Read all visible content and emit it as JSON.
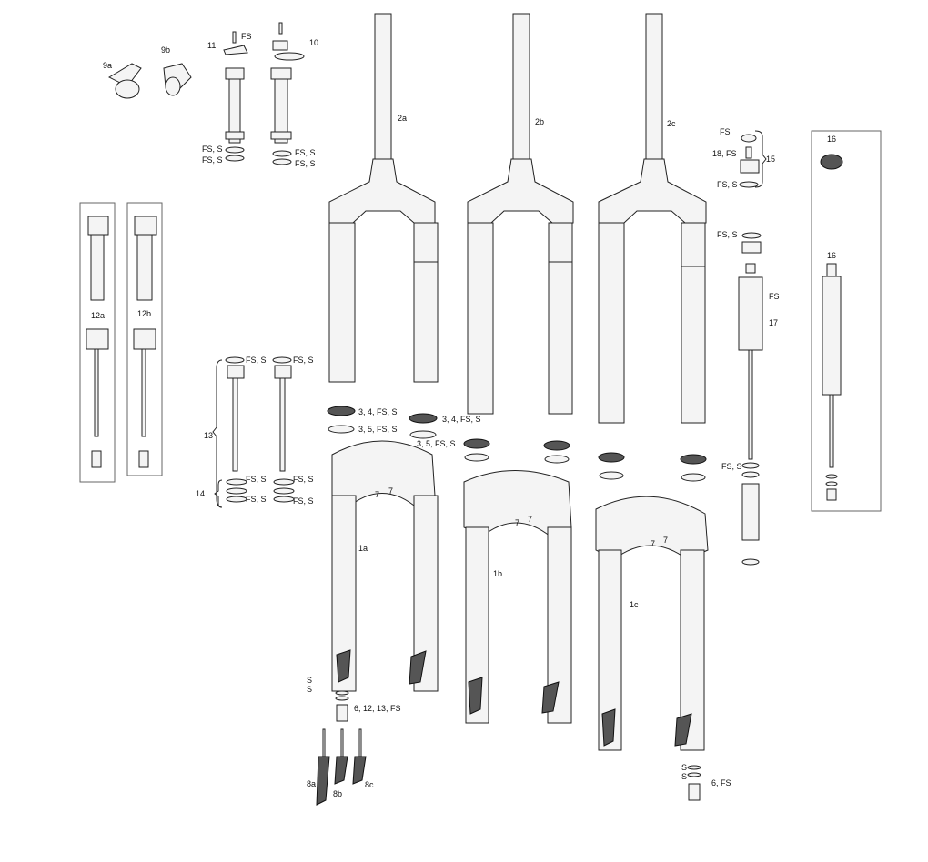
{
  "labels": {
    "l2a": "2a",
    "l2b": "2b",
    "l2c": "2c",
    "l1a": "1a",
    "l1b": "1b",
    "l1c": "1c",
    "l9a": "9a",
    "l9b": "9b",
    "l10": "10",
    "l11": "11",
    "l11fs": "FS",
    "l12a": "12a",
    "l12b": "12b",
    "l13": "13",
    "l14": "14",
    "l15": "15",
    "l16top": "16",
    "l16bot": "16",
    "l17": "17",
    "l18": "18, FS",
    "l8a": "8a",
    "l8b": "8b",
    "l8c": "8c",
    "fs": "FS",
    "fss": "FS, S",
    "s": "S",
    "l7": "7",
    "l345": "3, 4, FS, S",
    "l35": "3, 5, FS, S",
    "l6a": "6, 12, 13, FS",
    "l6b": "6, FS"
  }
}
